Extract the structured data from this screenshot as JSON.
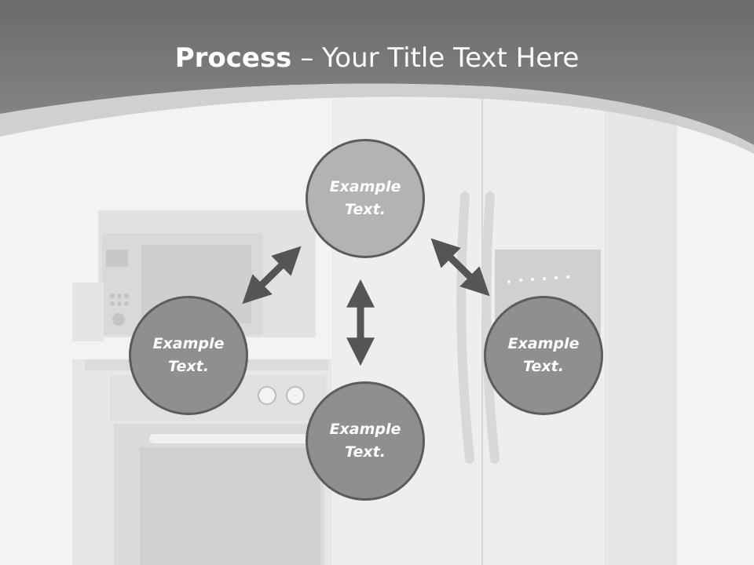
{
  "title": {
    "bold": "Process",
    "rest": " – Your Title Text Here"
  },
  "circles": {
    "top": "Example Text.",
    "left": "Example Text.",
    "right": "Example Text.",
    "bottom": "Example Text."
  },
  "colors": {
    "header": "#767676",
    "circle_light": "#b3b3b3",
    "circle_dark": "#8f8f8f",
    "arrow": "#555555"
  }
}
